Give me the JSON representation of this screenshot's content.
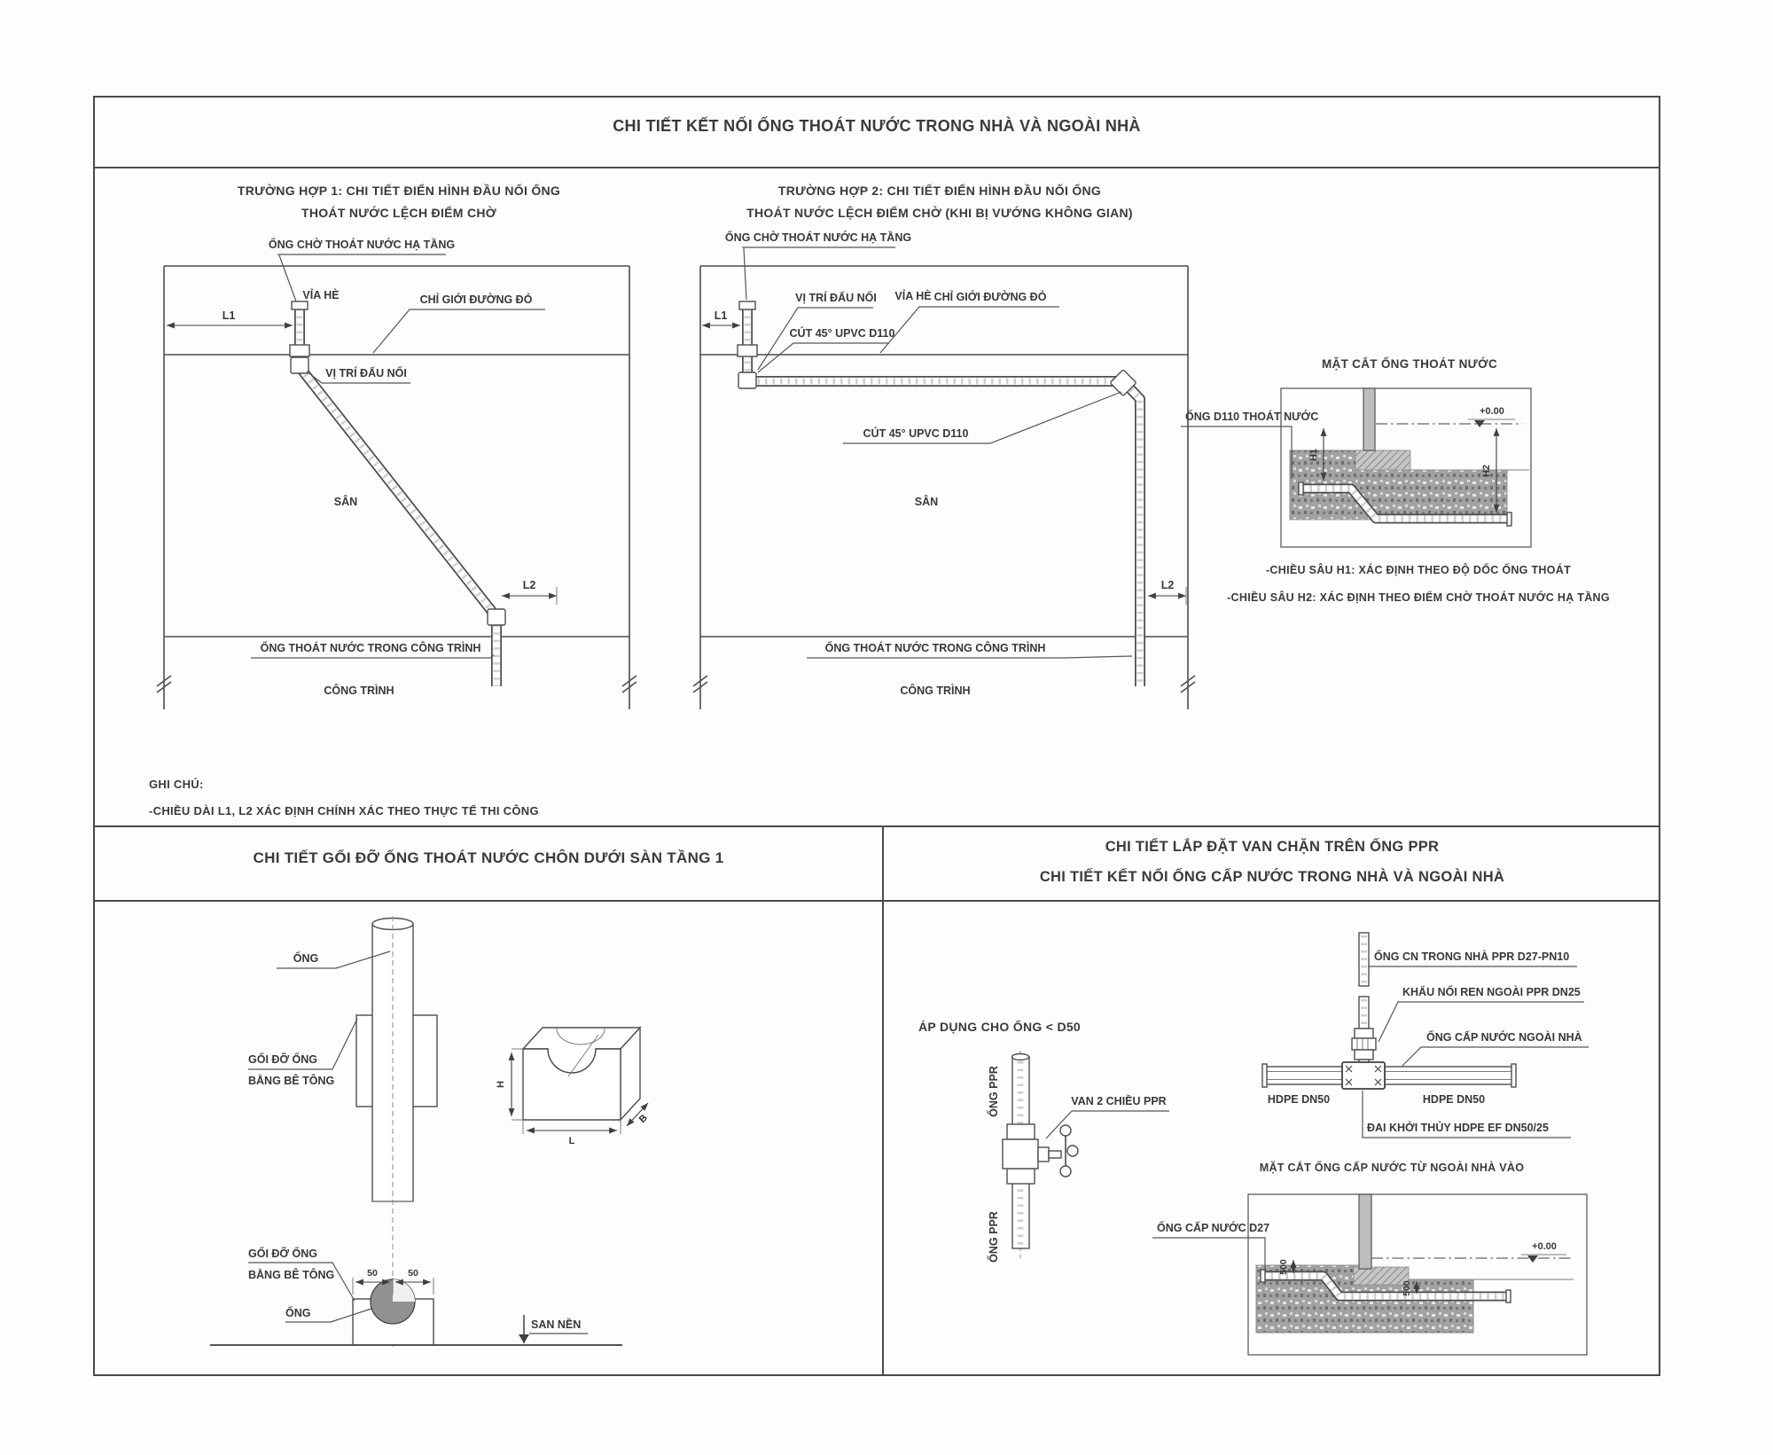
{
  "main_title": "CHI TIẾT KẾT NỐI ỐNG THOÁT NƯỚC TRONG NHÀ VÀ NGOÀI NHÀ",
  "case1": {
    "header1": "TRƯỜNG HỢP 1: CHI TIẾT ĐIỂN HÌNH ĐẦU NỐI ỐNG",
    "header2": "THOÁT NƯỚC LỆCH ĐIỂM CHỜ",
    "pipe_wait": "ỐNG CHỜ THOÁT NƯỚC HẠ TẦNG",
    "sidewalk": "VỈA HÈ",
    "red_line": "CHỈ GIỚI ĐƯỜNG ĐỎ",
    "dim_l1": "L1",
    "connection_point": "VỊ TRÍ ĐẤU NỐI",
    "yard": "SÂN",
    "dim_l2": "L2",
    "indoor_pipe": "ỐNG THOÁT NƯỚC TRONG CÔNG TRÌNH",
    "building": "CÔNG TRÌNH"
  },
  "case2": {
    "header1": "TRƯỜNG HỢP 2: CHI TIẾT ĐIỂN HÌNH ĐẦU NỐI ỐNG",
    "header2": "THOÁT NƯỚC LỆCH ĐIỂM CHỜ (KHI BỊ VƯỚNG KHÔNG GIAN)",
    "pipe_wait": "ỐNG CHỜ THOÁT NƯỚC HẠ TẦNG",
    "connection_point": "VỊ TRÍ ĐẤU NỐI",
    "sidewalk": "VỈA HÈ",
    "red_line": "CHỈ GIỚI ĐƯỜNG ĐỎ",
    "elbow45_1": "CÚT 45° UPVC D110",
    "elbow45_2": "CÚT 45° UPVC D110",
    "dim_l1": "L1",
    "dim_l2": "L2",
    "yard": "SÂN",
    "indoor_pipe": "ỐNG THOÁT NƯỚC TRONG CÔNG TRÌNH",
    "building": "CÔNG TRÌNH"
  },
  "drain_section": {
    "title": "MẶT CẮT ỐNG THOÁT NƯỚC",
    "pipe_label": "ỐNG D110 THOÁT NƯỚC",
    "level": "+0.00",
    "dim_h1": "H1",
    "dim_h2": "H2",
    "note_h1": "-CHIỀU SÂU H1: XÁC ĐỊNH THEO ĐỘ DỐC ỐNG THOÁT",
    "note_h2": "-CHIỀU SÂU H2: XÁC ĐỊNH THEO ĐIỂM CHỜ THOÁT NƯỚC HẠ TẦNG"
  },
  "general_notes": {
    "title": "GHI CHÚ:",
    "line1": "-CHIỀU DÀI L1, L2 XÁC ĐỊNH CHÍNH XÁC THEO THỰC TẾ THI CÔNG"
  },
  "support_detail": {
    "title": "CHI TIẾT GỐI ĐỠ ỐNG THOÁT NƯỚC CHÔN DƯỚI SÀN TẦNG 1",
    "pipe": "ỐNG",
    "support1": "GỐI ĐỠ ỐNG",
    "support2": "BẰNG BÊ TÔNG",
    "dim_h": "H",
    "dim_l": "L",
    "dim_b": "B",
    "support3": "GỐI ĐỠ ỐNG",
    "support4": "BẰNG BÊ TÔNG",
    "pipe2": "ỐNG",
    "dim_50a": "50",
    "dim_50b": "50",
    "ground": "SAN NỀN"
  },
  "supply_detail": {
    "title1": "CHI TIẾT LẮP ĐẶT VAN CHẶN TRÊN ỐNG PPR",
    "title2": "CHI TIẾT KẾT NỐI ỐNG CẤP NƯỚC TRONG NHÀ VÀ NGOÀI NHÀ",
    "apply": "ÁP DỤNG CHO ỐNG < D50",
    "ppr_top": "ỐNG PPR",
    "ppr_bottom": "ỐNG PPR",
    "valve": "VAN 2 CHIỀU PPR",
    "indoor": "ỐNG CN TRONG NHÀ PPR D27-PN10",
    "adapter": "KHẨU NỐI REN NGOÀI PPR DN25",
    "outdoor": "ỐNG CẤP NƯỚC NGOÀI NHÀ",
    "hdpe_left": "HDPE DN50",
    "hdpe_right": "HDPE DN50",
    "saddle": "ĐAI KHỞI THỦY HDPE EF DN50/25",
    "section_title": "MẶT CẮT ỐNG CẤP NƯỚC TỪ NGOÀI NHÀ VÀO",
    "pipe_d27": "ỐNG CẤP NƯỚC D27",
    "level": "+0.00",
    "dim_500a": "500",
    "dim_500b": "500"
  },
  "colors": {
    "line": "#4d4d4d",
    "text": "#383838",
    "concrete": "#9e9e9e"
  }
}
